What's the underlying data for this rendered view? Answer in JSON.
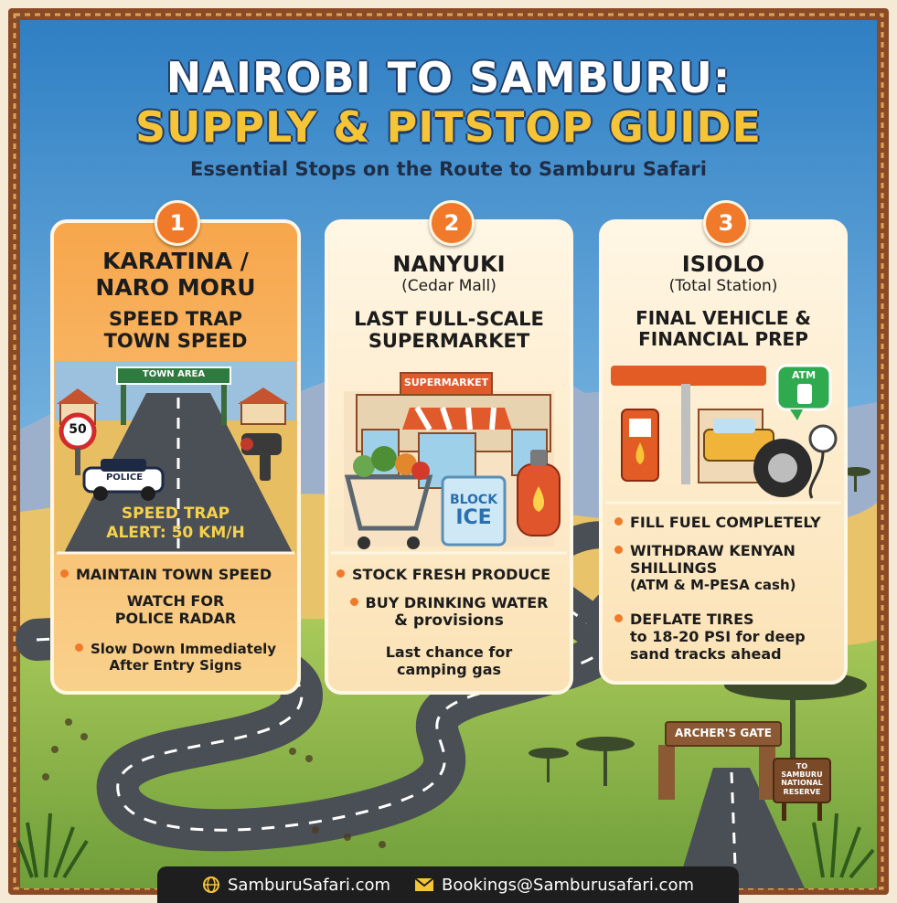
{
  "title_line1": "NAIROBI TO SAMBURU:",
  "title_line2": "SUPPLY & PITSTOP GUIDE",
  "subtitle": "Essential Stops on the Route to Samburu Safari",
  "colors": {
    "accent": "#f07a2a",
    "title_yellow": "#f6c437",
    "sky": "#4a94d0",
    "card_bg": "#f9d28e"
  },
  "stops": [
    {
      "number": "1",
      "name_line1": "KARATINA /",
      "name_line2": "NARO MORU",
      "headline_line1": "SPEED TRAP",
      "headline_line2": "TOWN SPEED",
      "illustration": {
        "sign": "TOWN AREA",
        "speed_limit": "50",
        "police": "POLICE",
        "alert_line1": "SPEED TRAP",
        "alert_line2": "ALERT: 50 KM/H"
      },
      "tips": {
        "b1": "MAINTAIN TOWN SPEED",
        "p1_line1": "WATCH FOR",
        "p1_line2": "POLICE RADAR",
        "b2_line1": "Slow Down Immediately",
        "b2_line2": "After Entry Signs"
      }
    },
    {
      "number": "2",
      "name_line1": "NANYUKI",
      "name_line2": "(Cedar Mall)",
      "headline_line1": "LAST FULL-SCALE",
      "headline_line2": "SUPERMARKET",
      "illustration": {
        "store_sign": "SUPERMARKET",
        "ice_line1": "BLOCK",
        "ice_line2": "ICE"
      },
      "tips": {
        "b1": "STOCK FRESH PRODUCE",
        "b2_line1": "BUY DRINKING WATER",
        "b2_line2": "& provisions",
        "p1_line1": "Last chance for",
        "p1_line2": "camping gas"
      }
    },
    {
      "number": "3",
      "name_line1": "ISIOLO",
      "name_line2": "(Total Station)",
      "headline_line1": "FINAL VEHICLE &",
      "headline_line2": "FINANCIAL PREP",
      "illustration": {
        "atm": "ATM"
      },
      "tips": {
        "b1": "FILL FUEL COMPLETELY",
        "b2_line1": "WITHDRAW KENYAN",
        "b2_line2": "SHILLINGS",
        "b2_line3": "(ATM & M-PESA cash)",
        "b3_line1": "DEFLATE TIRES",
        "b3_line2": "to 18-20 PSI for deep",
        "b3_line3": "sand tracks ahead"
      }
    }
  ],
  "gate": {
    "name": "ARCHER'S GATE",
    "sign_line1": "TO",
    "sign_line2": "SAMBURU",
    "sign_line3": "NATIONAL",
    "sign_line4": "RESERVE"
  },
  "footer": {
    "website_icon": "globe-icon",
    "website": "SamburuSafari.com",
    "email_icon": "envelope-icon",
    "email": "Bookings@Samburusafari.com"
  }
}
